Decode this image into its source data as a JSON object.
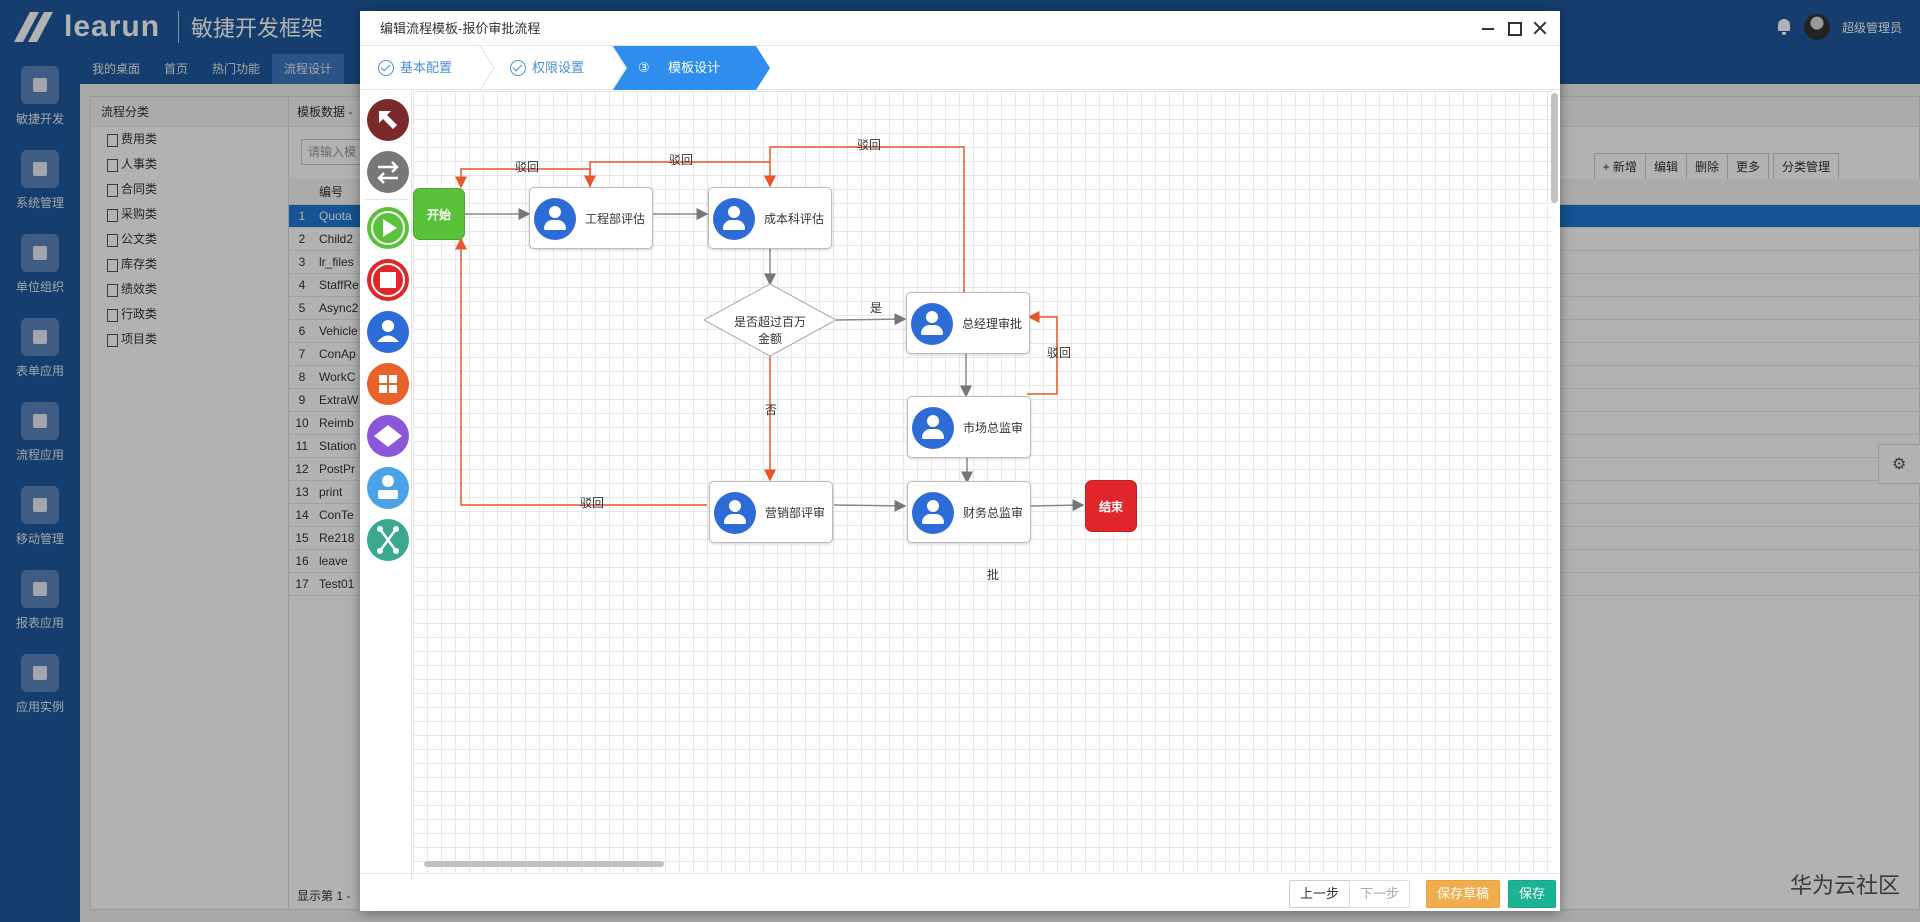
{
  "header": {
    "brand": "learun",
    "subtitle": "敏捷开发框架",
    "user": "超级管理员"
  },
  "nav_tabs": [
    "我的桌面",
    "首页",
    "热门功能",
    "流程设计"
  ],
  "left_menu": [
    "敏捷开发",
    "系统管理",
    "单位组织",
    "表单应用",
    "流程应用",
    "移动管理",
    "报表应用",
    "应用实例"
  ],
  "category_panel": {
    "title": "流程分类",
    "items": [
      "费用类",
      "人事类",
      "合同类",
      "采购类",
      "公文类",
      "库存类",
      "绩效类",
      "行政类",
      "项目类"
    ]
  },
  "grid_panel": {
    "title": "模板数据 -",
    "search_placeholder": "请输入模",
    "col_code": "编号",
    "rows": [
      {
        "no": "1",
        "code": "Quota"
      },
      {
        "no": "2",
        "code": "Child2"
      },
      {
        "no": "3",
        "code": "lr_files"
      },
      {
        "no": "4",
        "code": "StaffRe"
      },
      {
        "no": "5",
        "code": "Async2"
      },
      {
        "no": "6",
        "code": "Vehicle"
      },
      {
        "no": "7",
        "code": "ConAp"
      },
      {
        "no": "8",
        "code": "WorkC"
      },
      {
        "no": "9",
        "code": "ExtraW"
      },
      {
        "no": "10",
        "code": "Reimb"
      },
      {
        "no": "11",
        "code": "Station"
      },
      {
        "no": "12",
        "code": "PostPr"
      },
      {
        "no": "13",
        "code": "print"
      },
      {
        "no": "14",
        "code": "ConTe"
      },
      {
        "no": "15",
        "code": "Re218"
      },
      {
        "no": "16",
        "code": "leave"
      },
      {
        "no": "17",
        "code": "Test01"
      }
    ],
    "footer": "显示第 1 -",
    "tools": [
      "+ 新增",
      "编辑",
      "删除",
      "更多",
      "分类管理"
    ]
  },
  "watermark": "华为云社区",
  "modal": {
    "title": "编辑流程模板-报价审批流程",
    "steps": [
      {
        "label": "基本配置"
      },
      {
        "label": "权限设置"
      },
      {
        "num": "③",
        "label": "模板设计"
      }
    ],
    "flow": {
      "start": "开始",
      "end": "结束",
      "nodes": {
        "eng": "工程部评估",
        "cost": "成本科评估",
        "gm": "总经理审批",
        "mkt": "市场总监审批",
        "sales": "营销部评审",
        "fin": "财务总监审批"
      },
      "decision": "是否超过百万金额",
      "labels": {
        "yes": "是",
        "no": "否",
        "reject_top": "驳回",
        "reject_mid": "驳回",
        "reject_left": "驳回",
        "reject_right": "驳回",
        "reject_bottom": "驳回"
      }
    },
    "buttons": {
      "prev": "上一步",
      "next": "下一步",
      "draft": "保存草稿",
      "save": "保存"
    },
    "tool_colors": [
      "#7a2a2a",
      "#777777",
      "#5ac23a",
      "#e0262a",
      "#2d6bd6",
      "#e8622a",
      "#8a55d6",
      "#4aa3e8",
      "#3aa88f"
    ],
    "tool_icons": [
      "pointer-arrow-icon",
      "connector-swap-icon",
      "start-node-icon",
      "end-node-icon",
      "user-node-icon",
      "grid-node-icon",
      "decision-node-icon",
      "assign-node-icon",
      "fork-join-icon"
    ]
  }
}
